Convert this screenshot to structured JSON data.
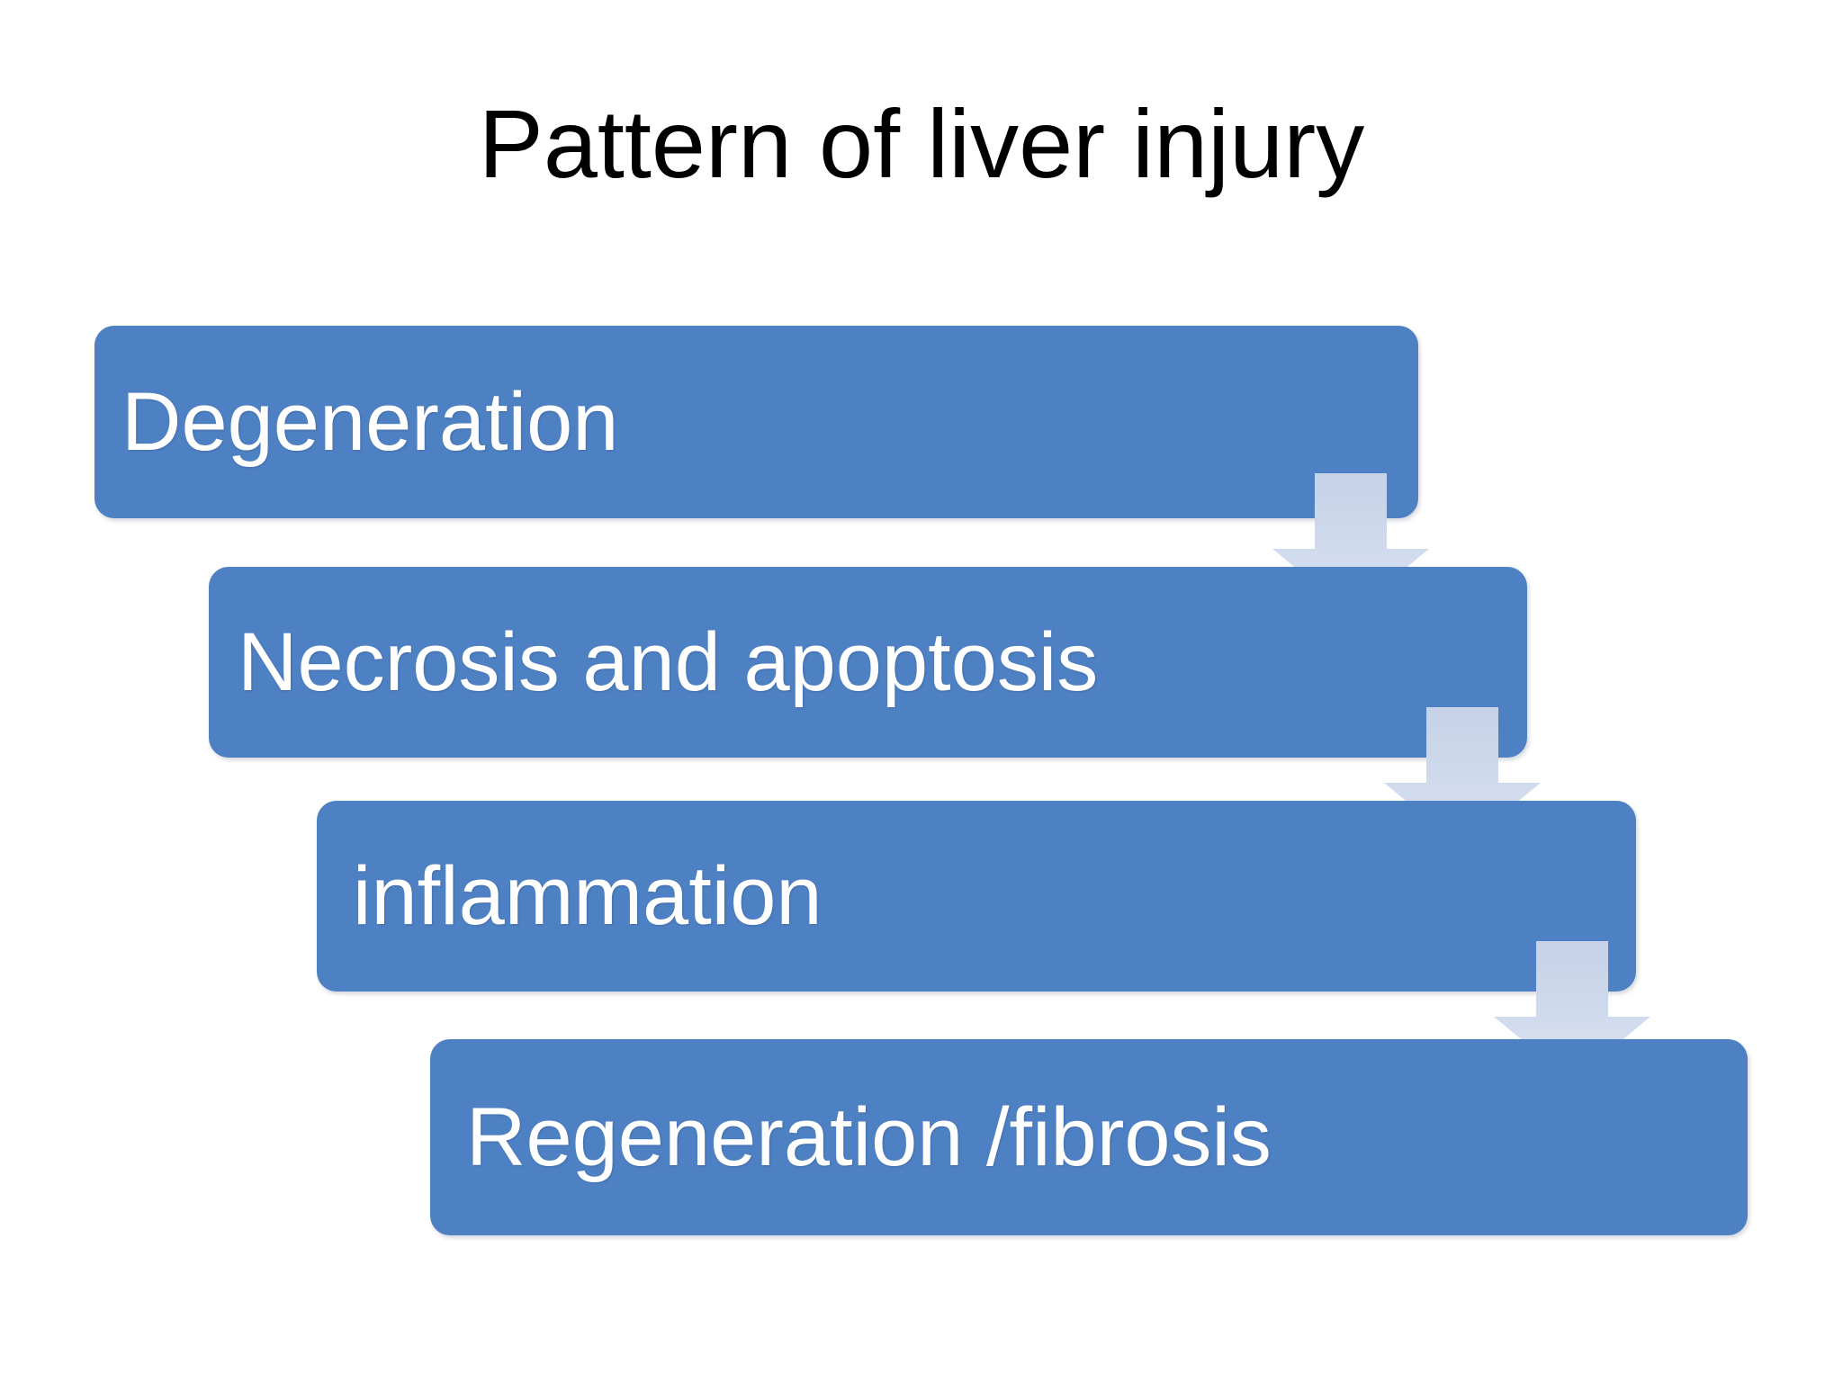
{
  "slide": {
    "title": "Pattern of liver injury",
    "background_color": "#FFFFFF",
    "title_color": "#000000"
  },
  "theme": {
    "box_fill": "#4E81C4",
    "box_text_color": "#FFFFFF",
    "arrow_fill": "#C8D4E8",
    "arrow_fill_light": "#D6DEEC"
  },
  "process": {
    "name": "liver-injury-pattern-flow",
    "steps": [
      {
        "index": 1,
        "label": "Degeneration"
      },
      {
        "index": 2,
        "label": "Necrosis and apoptosis"
      },
      {
        "index": 3,
        "label": "inflammation"
      },
      {
        "index": 4,
        "label": "Regeneration /fibrosis"
      }
    ],
    "connectors": [
      {
        "index": 1,
        "icon": "arrow-down-icon",
        "from": "Degeneration",
        "to": "Necrosis and apoptosis"
      },
      {
        "index": 2,
        "icon": "arrow-down-icon",
        "from": "Necrosis and apoptosis",
        "to": "inflammation"
      },
      {
        "index": 3,
        "icon": "arrow-down-icon",
        "from": "inflammation",
        "to": "Regeneration /fibrosis"
      }
    ]
  }
}
